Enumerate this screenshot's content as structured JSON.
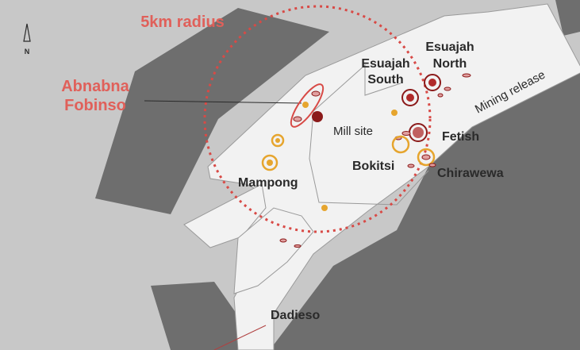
{
  "map": {
    "radius_label": "5km radius",
    "north_label": "N",
    "labels": {
      "abnabna_line1": "Abnabna",
      "abnabna_line2": "Fobinso",
      "esuajah_south_line1": "Esuajah",
      "esuajah_south_line2": "South",
      "esuajah_north_line1": "Esuajah",
      "esuajah_north_line2": "North",
      "mining_release": "Mining release",
      "mill_site": "Mill site",
      "fetish": "Fetish",
      "bokitsi": "Bokitsi",
      "chirawewa": "Chirawewa",
      "mampong": "Mampong",
      "dadieso": "Dadieso"
    }
  },
  "colors": {
    "background": "#c8c8c8",
    "dark_land": "#6e6e6e",
    "lease": "#f2f2f2",
    "radius": "#d84a46",
    "label_red": "#e0605a",
    "deposit": "#8b1a1a",
    "village": "#e6a52e"
  }
}
